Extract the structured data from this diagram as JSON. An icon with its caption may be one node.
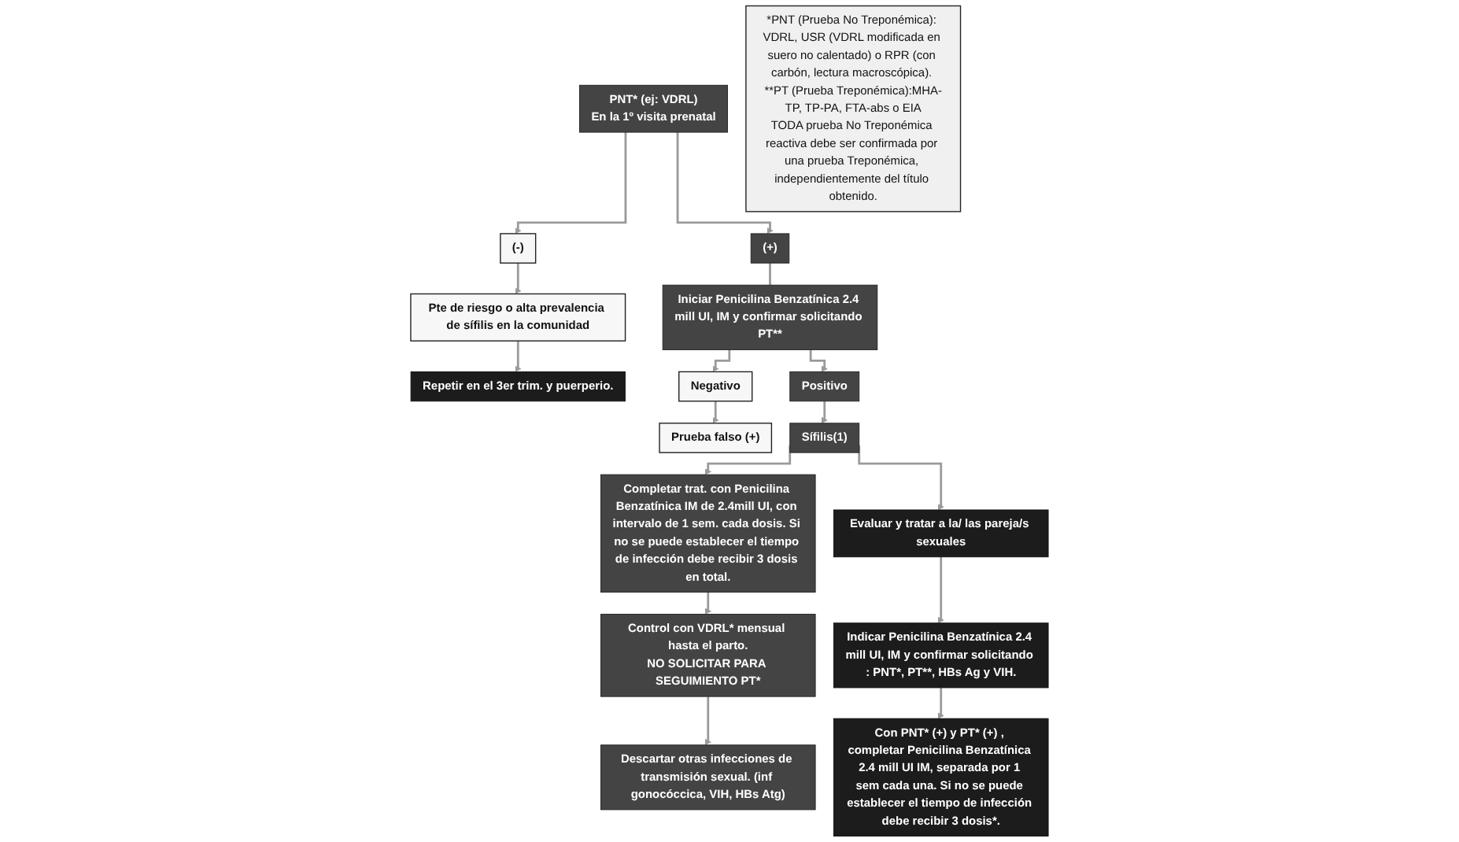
{
  "diagram": {
    "nodes": [
      {
        "text": [
          "PNT* (ej: VDRL)",
          "En la 1º visita prenatal"
        ]
      },
      {
        "text": [
          "(-)"
        ]
      },
      {
        "text": [
          "(+)"
        ]
      },
      {
        "text": [
          "Pte de riesgo o alta prevalencia de sífilis en la comunidad"
        ]
      },
      {
        "text": [
          "Repetir en el 3er trim. y puerperio."
        ]
      },
      {
        "text": [
          "Iniciar Penicilina Benzatínica 2.4 mill UI, IM y confirmar solicitando PT**"
        ]
      },
      {
        "text": [
          "Negativo"
        ]
      },
      {
        "text": [
          "Prueba falso (+)"
        ]
      },
      {
        "text": [
          "Positivo"
        ]
      },
      {
        "text": [
          "Sífilis(1)"
        ]
      },
      {
        "text": [
          "Completar trat. con Penicilina Benzatínica IM de 2.4mill UI, con intervalo de 1 sem. cada dosis. Si no se puede establecer el tiempo de infección debe recibir 3 dosis en total."
        ]
      },
      {
        "text": [
          "Control con VDRL* mensual hasta el parto.",
          "NO SOLICITAR PARA SEGUIMIENTO PT*"
        ]
      },
      {
        "text": [
          "Descartar otras infecciones de transmisión sexual. (inf gonocóccica, VIH, HBs Atg)"
        ]
      },
      {
        "text": [
          "Evaluar y tratar a la/ las pareja/s sexuales"
        ]
      },
      {
        "text": [
          "Indicar Penicilina Benzatínica 2.4 mill UI, IM y confirmar solicitando : PNT*, PT**, HBs Ag y VIH."
        ]
      },
      {
        "text": [
          "Con PNT* (+) y PT* (+) , completar Penicilina Benzatínica 2.4 mill UI IM, separada por 1 sem cada una. Si no se puede establecer el tiempo de infección debe recibir 3 dosis*."
        ]
      },
      {
        "text": [
          "*PNT (Prueba No Treponémica): VDRL, USR (VDRL modificada en suero no calentado) o RPR (con carbón, lectura macroscópica). **PT (Prueba Treponémica):MHA-TP, TP-PA, FTA-abs o EIA",
          "TODA prueba No Treponémica reactiva debe ser confirmada por una prueba Treponémica, independientemente del título obtenido."
        ]
      }
    ],
    "edges": [
      {
        "from": 0,
        "to": 1,
        "arrow": "to"
      },
      {
        "from": 0,
        "to": 2,
        "arrow": "to"
      },
      {
        "from": 1,
        "to": 3,
        "arrow": "to"
      },
      {
        "from": 3,
        "to": 4,
        "arrow": "to"
      },
      {
        "from": 2,
        "to": 5,
        "arrow": "none"
      },
      {
        "from": 5,
        "to": 6,
        "arrow": "to"
      },
      {
        "from": 6,
        "to": 7,
        "arrow": "to"
      },
      {
        "from": 5,
        "to": 8,
        "arrow": "to"
      },
      {
        "from": 8,
        "to": 9,
        "arrow": "to"
      },
      {
        "from": 9,
        "to": 10,
        "arrow": "to"
      },
      {
        "from": 9,
        "to": 13,
        "arrow": "to"
      },
      {
        "from": 10,
        "to": 11,
        "arrow": "to"
      },
      {
        "from": 11,
        "to": 12,
        "arrow": "to"
      },
      {
        "from": 13,
        "to": 14,
        "arrow": "to"
      },
      {
        "from": 14,
        "to": 15,
        "arrow": "to"
      }
    ]
  }
}
